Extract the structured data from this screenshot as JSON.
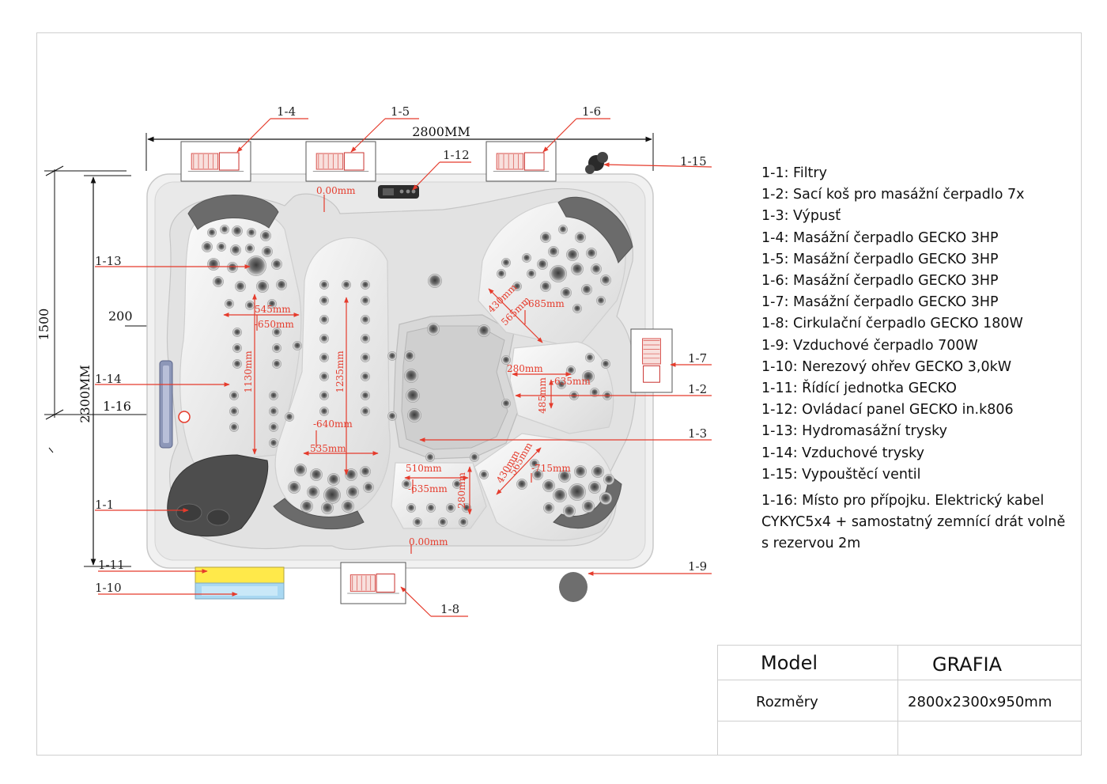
{
  "dimensions": {
    "width_total": "2800MM",
    "depth_total": "2300MM",
    "side_1500": "1500",
    "side_200": "200",
    "label_116": "1-16"
  },
  "callouts": {
    "c1_1": "1-1",
    "c1_2": "1-2",
    "c1_3": "1-3",
    "c1_4": "1-4",
    "c1_5": "1-5",
    "c1_6": "1-6",
    "c1_7": "1-7",
    "c1_8": "1-8",
    "c1_9": "1-9",
    "c1_10": "1-10",
    "c1_11": "1-11",
    "c1_12": "1-12",
    "c1_13": "1-13",
    "c1_14": "1-14",
    "c1_15": "1-15"
  },
  "inner_dims": {
    "d_000_top": "0.00mm",
    "d_000_bottom": "0.00mm",
    "d_545": "545mm",
    "d_650": "-650mm",
    "d_1130": "1130mm",
    "d_1235": "1235mm",
    "d_640": "-640mm",
    "d_535": "535mm",
    "d_430_top": "430mm",
    "d_565_top": "565mm",
    "d_685": "-685mm",
    "d_280_mid": "280mm",
    "d_635_mid": "-635mm",
    "d_485": "485mm",
    "d_510": "510mm",
    "d_635_bottom": "-635mm",
    "d_280_bottom": "280mm",
    "d_565_bottom": "565mm",
    "d_430_bottom": "430mm",
    "d_715": "-715mm"
  },
  "legend": {
    "items": [
      "1-1: Filtry",
      "1-2: Sací koš pro masážní čerpadlo 7x",
      "1-3: Výpusť",
      "1-4: Masážní čerpadlo GECKO 3HP",
      "1-5: Masážní čerpadlo GECKO 3HP",
      "1-6: Masážní čerpadlo GECKO 3HP",
      "1-7: Masážní čerpadlo GECKO 3HP",
      "1-8: Cirkulační čerpadlo GECKO 180W",
      "1-9: Vzduchové čerpadlo 700W",
      "1-10: Nerezový ohřev GECKO 3,0kW",
      "1-11: Řídící jednotka GECKO",
      "1-12: Ovládací panel GECKO in.k806",
      "1-13: Hydromasážní trysky",
      "1-14: Vzduchové trysky",
      "1-15: Vypouštěcí ventil"
    ],
    "note": "1-16: Místo pro přípojku. Elektrický kabel CYKYC5x4 + samostatný zemnící drát volně s rezervou 2m"
  },
  "spec": {
    "model_label": "Model",
    "model_value": "GRAFIA",
    "size_label": "Rozměry",
    "size_value": "2800x2300x950mm"
  },
  "colors": {
    "dimension_red": "#e53b2c",
    "shell": "#ebebeb",
    "headrest": "#6d6d6d",
    "heater_yellow": "#ffe94a",
    "heater_blue": "#a9d8f2"
  }
}
